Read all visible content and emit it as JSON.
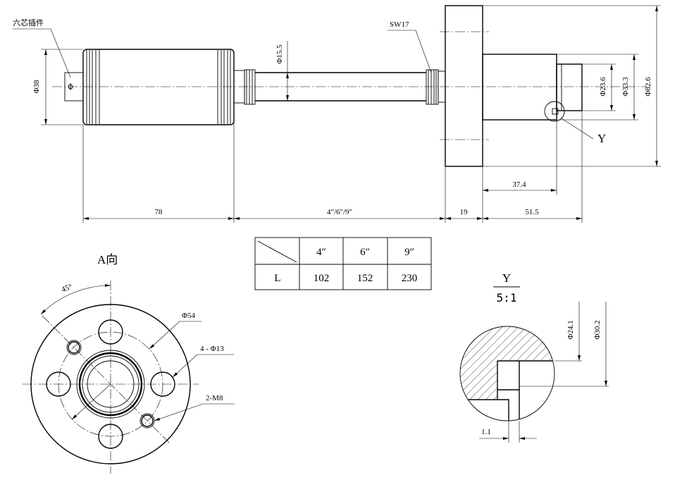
{
  "main_view": {
    "connector_label": "六芯插件",
    "dia_body": "Φ38",
    "dia_rod": "Φ15.5",
    "wrench_size": "SW17",
    "dia_stub": "Φ23.6",
    "dia_housing": "Φ33.3",
    "dia_flange": "Φ82.6",
    "detail_marker": "Y",
    "len_housing": "37.4",
    "len_body": "78",
    "len_rod": "4\"/6\"/9\"",
    "len_flange": "19",
    "len_end": "51.5"
  },
  "stroke_table": {
    "headers": [
      "4″",
      "6″",
      "9″"
    ],
    "row_label": "L",
    "values": [
      "102",
      "152",
      "230"
    ]
  },
  "view_a": {
    "title": "A向",
    "angle": "45°",
    "bolt_circle": "Φ54",
    "holes": "4 - Φ13",
    "threads": "2-M8"
  },
  "detail_y": {
    "label": "Y",
    "scale": "5:1",
    "dia_inner": "Φ24.1",
    "dia_outer": "Φ30.2",
    "gap": "1.1"
  }
}
